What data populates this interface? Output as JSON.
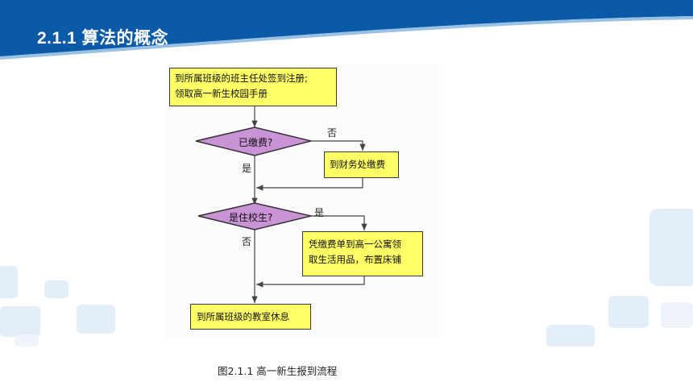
{
  "slide": {
    "title": "2.1.1 算法的概念"
  },
  "flowchart": {
    "register": [
      "到所属班级的班主任处签到注册;",
      "领取高一新生校园手册"
    ],
    "decision_paid": "已缴费?",
    "pay_box": "到财务处缴费",
    "decision_board": "是住校生?",
    "dorm_box": [
      "凭缴费单到高一公寓领",
      "取生活用品，布置床铺"
    ],
    "rest_box": "到所属班级的教室休息",
    "label_paid_no": "否",
    "label_paid_yes": "是",
    "label_board_yes": "是",
    "label_board_no": "否"
  },
  "caption": "图2.1.1  高一新生报到流程",
  "colors": {
    "header_blue": "#0a5aa8",
    "box_fill": "#ffff66",
    "diamond_fill": "#c993d6",
    "deco_light": "#e3eef8"
  }
}
